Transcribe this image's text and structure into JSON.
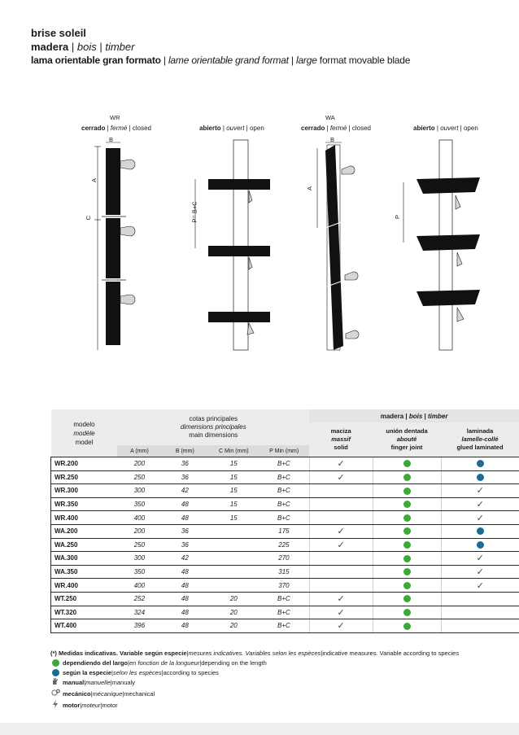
{
  "header": {
    "line1": "brise soleil",
    "line2_a": "madera",
    "line2_sep1": " | ",
    "line2_b": "bois",
    "line2_sep2": " | ",
    "line2_c": "timber",
    "line3_a": "lama orientable gran formato",
    "line3_sep1": " | ",
    "line3_b": "lame orientable grand format",
    "line3_sep2": " | ",
    "line3_c": "large",
    "line3_d": " format movable blade"
  },
  "drawings": {
    "wr_title": "WR",
    "wa_title": "WA",
    "closed_es": "cerrado",
    "closed_fr": "fermé",
    "closed_en": "closed",
    "open_es": "abierto",
    "open_fr": "ouvert",
    "open_en": "open",
    "sep": " | ",
    "dim_b": "B",
    "dim_a": "A",
    "dim_c": "C",
    "dim_pbc": "P= B+C",
    "dim_p": "P"
  },
  "table": {
    "model_es": "modelo",
    "model_fr": "modèle",
    "model_en": "model",
    "dims_es": "cotas principales",
    "dims_fr": "dimensions principales",
    "dims_en": "main dimensions",
    "col_a": "A (mm)",
    "col_b": "B (mm)",
    "col_c": "C Min (mm)",
    "col_p": "P Min (mm)",
    "wood_es": "madera",
    "wood_fr": "bois",
    "wood_en": "timber",
    "solid_es": "maciza",
    "solid_fr": "massif",
    "solid_en": "solid",
    "finger_es": "unión dentada",
    "finger_fr": "abouté",
    "finger_en": "finger joint",
    "glued_es": "laminada",
    "glued_fr": "lamelle-collé",
    "glued_en": "glued laminated",
    "rows": [
      {
        "model": "WR.200",
        "a": "200",
        "b": "36",
        "c": "15",
        "p": "B+C",
        "solid": "check",
        "finger": "green",
        "glued": "blue"
      },
      {
        "model": "WR.250",
        "a": "250",
        "b": "36",
        "c": "15",
        "p": "B+C",
        "solid": "check",
        "finger": "green",
        "glued": "blue"
      },
      {
        "model": "WR.300",
        "a": "300",
        "b": "42",
        "c": "15",
        "p": "B+C",
        "solid": "",
        "finger": "green",
        "glued": "check"
      },
      {
        "model": "WR.350",
        "a": "350",
        "b": "48",
        "c": "15",
        "p": "B+C",
        "solid": "",
        "finger": "green",
        "glued": "check"
      },
      {
        "model": "WR.400",
        "a": "400",
        "b": "48",
        "c": "15",
        "p": "B+C",
        "solid": "",
        "finger": "green",
        "glued": "check"
      },
      {
        "model": "WA.200",
        "a": "200",
        "b": "36",
        "c": "",
        "p": "175",
        "solid": "check",
        "finger": "green",
        "glued": "blue"
      },
      {
        "model": "WA.250",
        "a": "250",
        "b": "36",
        "c": "",
        "p": "225",
        "solid": "check",
        "finger": "green",
        "glued": "blue"
      },
      {
        "model": "WA.300",
        "a": "300",
        "b": "42",
        "c": "",
        "p": "270",
        "solid": "",
        "finger": "green",
        "glued": "check"
      },
      {
        "model": "WA.350",
        "a": "350",
        "b": "48",
        "c": "",
        "p": "315",
        "solid": "",
        "finger": "green",
        "glued": "check"
      },
      {
        "model": "WR.400",
        "a": "400",
        "b": "48",
        "c": "",
        "p": "370",
        "solid": "",
        "finger": "green",
        "glued": "check"
      },
      {
        "model": "WT.250",
        "a": "252",
        "b": "48",
        "c": "20",
        "p": "B+C",
        "solid": "check",
        "finger": "green",
        "glued": ""
      },
      {
        "model": "WT.320",
        "a": "324",
        "b": "48",
        "c": "20",
        "p": "B+C",
        "solid": "check",
        "finger": "green",
        "glued": ""
      },
      {
        "model": "WT.400",
        "a": "396",
        "b": "48",
        "c": "20",
        "p": "B+C",
        "solid": "check",
        "finger": "green",
        "glued": ""
      }
    ]
  },
  "notes": {
    "n1_a": "(*) Medidas indicativas. Variable según especie",
    "n1_b": "mesures indicatives. Variables selon les espèces",
    "n1_c": "indicative measures. Variable according to species",
    "n2_a": "dependiendo del largo",
    "n2_b": "en fonction de la longueur",
    "n2_c": "depending on the length",
    "n3_a": "según la especie",
    "n3_b": "selon les espèces",
    "n3_c": "according to species",
    "n4_a": "manual",
    "n4_b": "manuelle",
    "n4_c": "manualy",
    "n5_a": "mecánico",
    "n5_b": "mécanique",
    "n5_c": "mechanical",
    "n6_a": "motor",
    "n6_b": "moteur",
    "n6_c": "motor",
    "sep": " | "
  },
  "colors": {
    "green": "#3aa935",
    "blue": "#1d6a94",
    "ink": "#1a1a1a"
  },
  "icons": [
    "green-dot-icon",
    "blue-dot-icon",
    "hand-icon",
    "gear-icon",
    "lightning-icon",
    "check-icon"
  ]
}
